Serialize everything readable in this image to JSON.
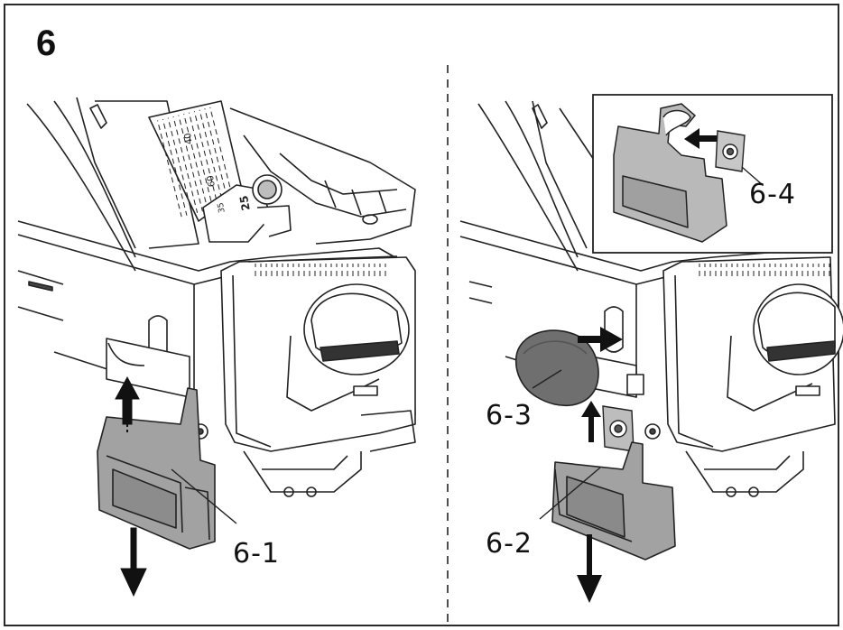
{
  "step_number": "6",
  "callouts": {
    "c61": "6-1",
    "c62": "6-2",
    "c63": "6-3",
    "c64": "6-4"
  },
  "scale_labels": {
    "s40": "40",
    "s60": "60",
    "s35": "35",
    "s25": "25"
  },
  "colors": {
    "line": "#222222",
    "part_fill": "#9a9a9a",
    "knob_fill": "#6e6e6e",
    "light_gray": "#d9d9d9",
    "white": "#ffffff"
  }
}
